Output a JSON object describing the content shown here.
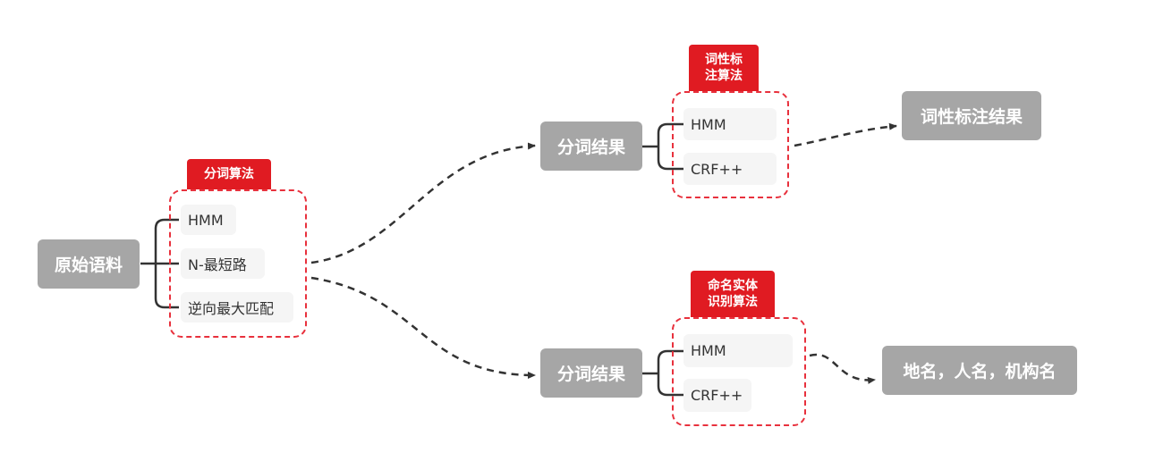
{
  "root": {
    "label": "原始语料"
  },
  "seg_algorithms": {
    "tag": "分词算法",
    "items": [
      "HMM",
      "N-最短路",
      "逆向最大匹配"
    ]
  },
  "branch_top": {
    "result": "分词结果",
    "tag": "词性标\n注算法",
    "items": [
      "HMM",
      "CRF++"
    ],
    "output": "词性标注结果"
  },
  "branch_bottom": {
    "result": "分词结果",
    "tag": "命名实体\n识别算法",
    "items": [
      "HMM",
      "CRF++"
    ],
    "output": "地名，人名，机构名"
  },
  "colors": {
    "node": "#a6a6a6",
    "accent": "#e01b22",
    "dashed_border": "#e8313d",
    "item_bg": "#f5f5f5",
    "connector": "#333333"
  }
}
